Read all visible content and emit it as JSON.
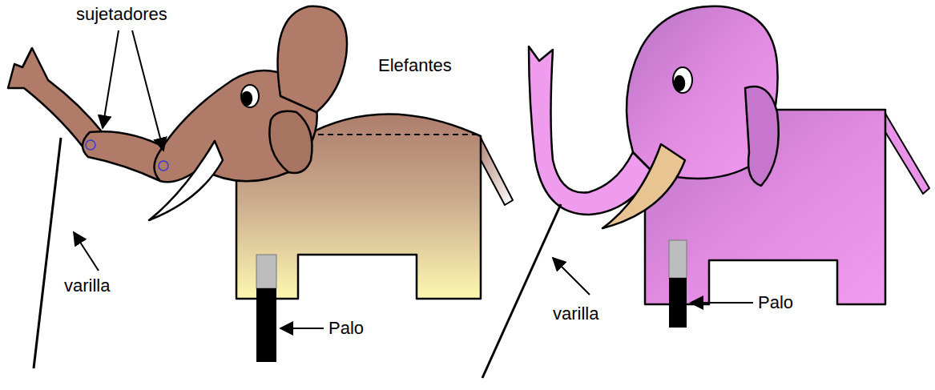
{
  "diagram": {
    "labels": [
      "sujetadores",
      "Elefantes",
      "varilla",
      "Palo",
      "varilla",
      "Palo"
    ]
  }
}
